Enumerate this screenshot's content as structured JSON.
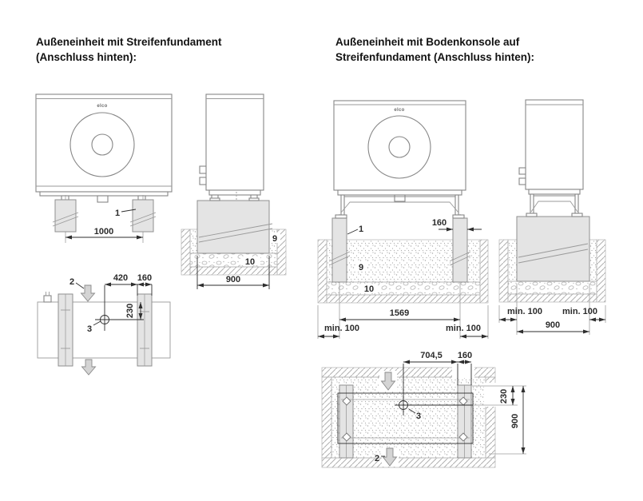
{
  "colors": {
    "background": "#ffffff",
    "line_dark": "#2e2e2e",
    "outline_gray": "#878787",
    "concrete_fill": "#e4e4e4",
    "hatch_gray": "#b0b0b0",
    "flow_arrow_fill": "#d4d4d4"
  },
  "left": {
    "title": {
      "line1": "Außeneinheit mit Streifenfundament",
      "line2": "(Anschluss hinten):"
    },
    "front": {
      "brand": "elco",
      "label_strip_foundation": "1",
      "dim_strip_spacing": "1000"
    },
    "side": {
      "label_slope": "9",
      "label_gravel_layer": "10",
      "dim_foundation_width": "900"
    },
    "plan": {
      "label_air_flow": "2",
      "label_condensate_drain": "3",
      "dim_drain_to_strip": "420",
      "dim_strip_width": "160",
      "dim_drain_offset": "230"
    }
  },
  "right": {
    "title": {
      "line1": "Außeneinheit mit Bodenkonsole auf",
      "line2": "Streifenfundament (Anschluss hinten):"
    },
    "front": {
      "brand": "elco",
      "label_strip_foundation": "1",
      "dim_strip_width": "160",
      "label_backfill": "9",
      "label_gravel_layer": "10",
      "dim_strip_spacing": "1569",
      "dim_min_left": "min. 100",
      "dim_min_right": "min. 100"
    },
    "side": {
      "dim_min_left": "min. 100",
      "dim_min_right": "min. 100",
      "dim_foundation_width": "900"
    },
    "plan": {
      "dim_drain_to_strip": "704,5",
      "dim_strip_width": "160",
      "dim_drain_offset": "230",
      "dim_pit_depth": "900",
      "label_air_flow": "2",
      "label_condensate_drain": "3"
    }
  }
}
